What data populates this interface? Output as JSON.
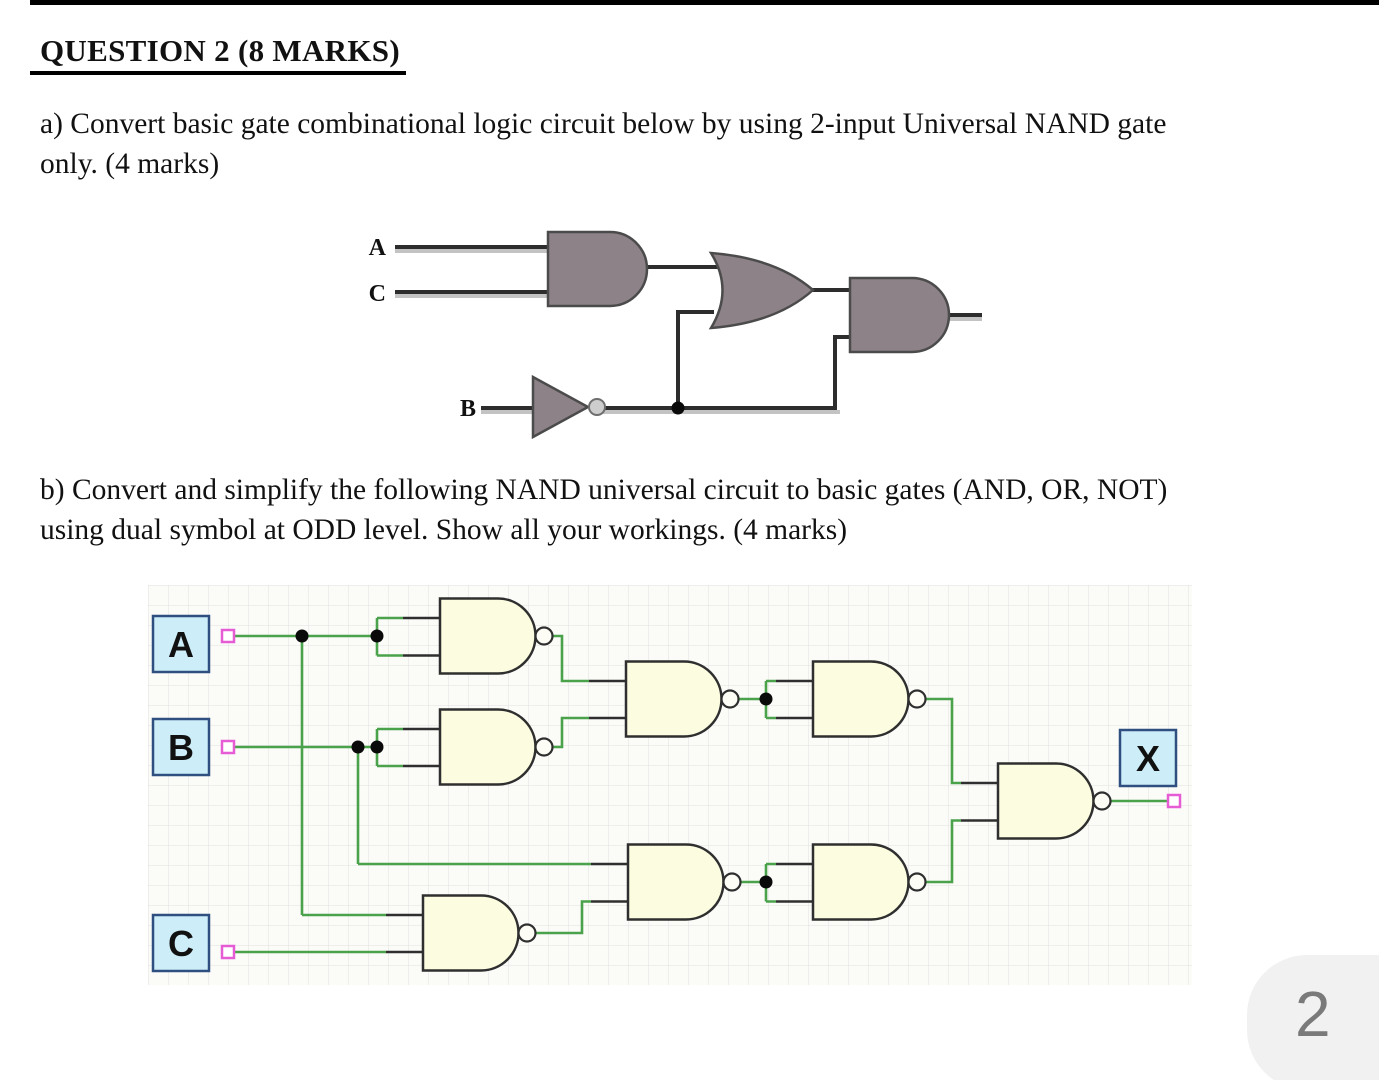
{
  "heading": {
    "title": "QUESTION 2 (8 MARKS)"
  },
  "question_a": {
    "line1": "a) Convert basic gate combinational logic circuit below by using 2-input Universal NAND gate",
    "line2": "only. (4 marks)"
  },
  "question_b": {
    "line1": "b) Convert and simplify the following NAND universal circuit to basic gates (AND, OR, NOT)",
    "line2": "using dual symbol at ODD level. Show all your workings. (4 marks)"
  },
  "circuit_a": {
    "type": "basic-gate-schematic",
    "inputs": {
      "a": "A",
      "c": "C",
      "b": "B"
    },
    "gates": [
      "AND",
      "OR",
      "NOT",
      "AND"
    ],
    "colors": {
      "gate_fill": "#8d8288",
      "gate_stroke": "#4b4b4b",
      "wire": "#2d2d2d"
    }
  },
  "circuit_b": {
    "type": "nand-universal-schematic",
    "gate_type": "NAND",
    "gate_count": 8,
    "inputs": {
      "a": "A",
      "b": "B",
      "c": "C"
    },
    "output": {
      "x": "X"
    },
    "colors": {
      "gate_fill": "#fcfce1",
      "gate_stroke": "#2f2f2f",
      "wire": "#4aa24a",
      "box_fill": "#cdeef8",
      "box_border": "#2e4f80",
      "connector": "#e55cd5",
      "grid": "#e2e2e2"
    }
  },
  "page": {
    "number": "2"
  }
}
